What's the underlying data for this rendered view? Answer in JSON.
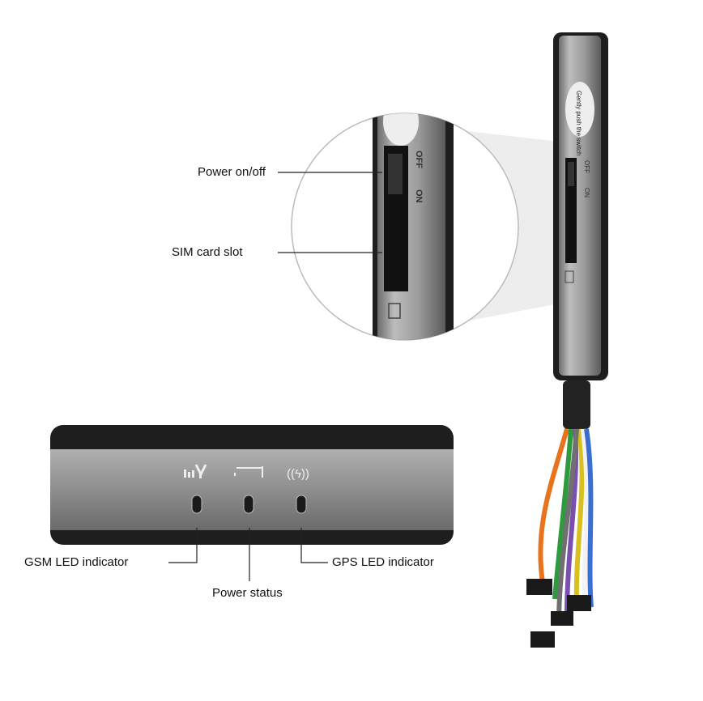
{
  "labels": {
    "power_switch": "Power on/off",
    "sim_slot": "SIM card slot",
    "gsm_led": "GSM LED indicator",
    "power_status": "Power status",
    "gps_led": "GPS LED indicator"
  },
  "device": {
    "sticker_text": "Gently push the switch",
    "switch_off": "OFF",
    "switch_on": "ON",
    "icons": [
      "signal-antenna-icon",
      "battery-icon",
      "gps-signal-icon",
      "sim-card-icon"
    ]
  },
  "colors": {
    "silver": "#9a9a9a",
    "black": "#1e1e1e",
    "wires": [
      "#e8731e",
      "#7a4fb0",
      "#2e9a3e",
      "#d8c020",
      "#ffffff",
      "#3a6fd0",
      "#c03030",
      "#707070"
    ]
  }
}
